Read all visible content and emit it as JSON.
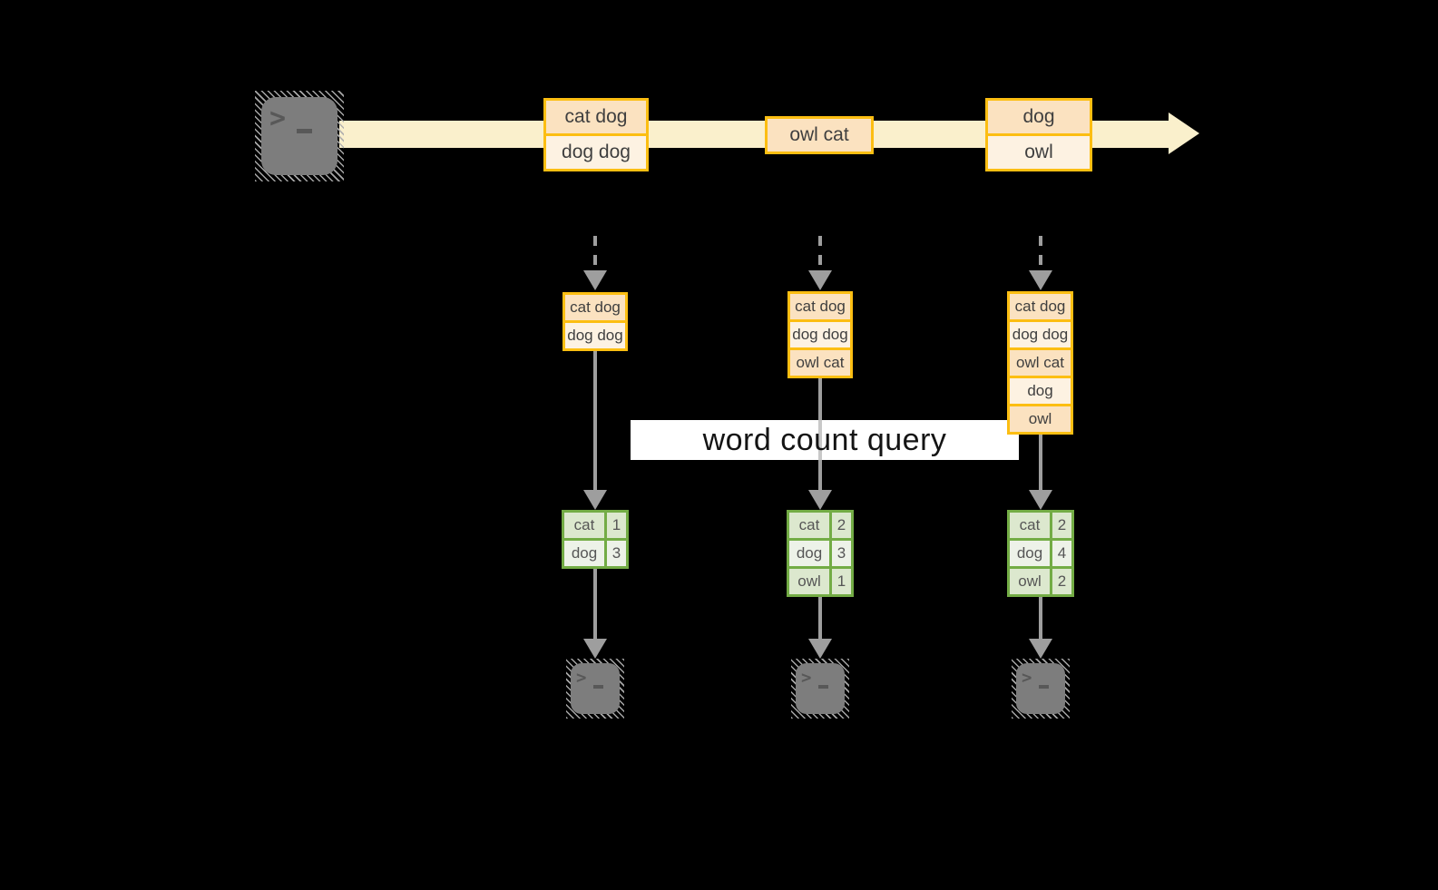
{
  "banner": {
    "label": "word count query"
  },
  "stream": {
    "events": [
      {
        "rows": [
          "cat dog",
          "dog dog"
        ]
      },
      {
        "rows": [
          "owl cat"
        ]
      },
      {
        "rows": [
          "dog",
          "owl"
        ]
      }
    ]
  },
  "columns": [
    {
      "buffer": [
        "cat dog",
        "dog dog"
      ],
      "counts": [
        {
          "word": "cat",
          "count": "1"
        },
        {
          "word": "dog",
          "count": "3"
        }
      ]
    },
    {
      "buffer": [
        "cat dog",
        "dog dog",
        "owl cat"
      ],
      "counts": [
        {
          "word": "cat",
          "count": "2"
        },
        {
          "word": "dog",
          "count": "3"
        },
        {
          "word": "owl",
          "count": "1"
        }
      ]
    },
    {
      "buffer": [
        "cat dog",
        "dog dog",
        "owl cat",
        "dog",
        "owl"
      ],
      "counts": [
        {
          "word": "cat",
          "count": "2"
        },
        {
          "word": "dog",
          "count": "4"
        },
        {
          "word": "owl",
          "count": "2"
        }
      ]
    }
  ],
  "icons": {
    "terminal": {
      "name": "terminal-icon",
      "prompt": ">"
    }
  },
  "colors": {
    "background": "#000000",
    "stream_band": "#faf0cc",
    "box_border": "#fcbe12",
    "box_fill_dark": "#fbe2c0",
    "box_fill_light": "#fdf2e2",
    "table_border": "#73ac45",
    "table_fill_dark": "#dce8ce",
    "table_fill_light": "#edf2e8",
    "arrow_gray": "#9e9e9e",
    "banner_bg": "#ffffff",
    "text": "#3f3f3f"
  }
}
